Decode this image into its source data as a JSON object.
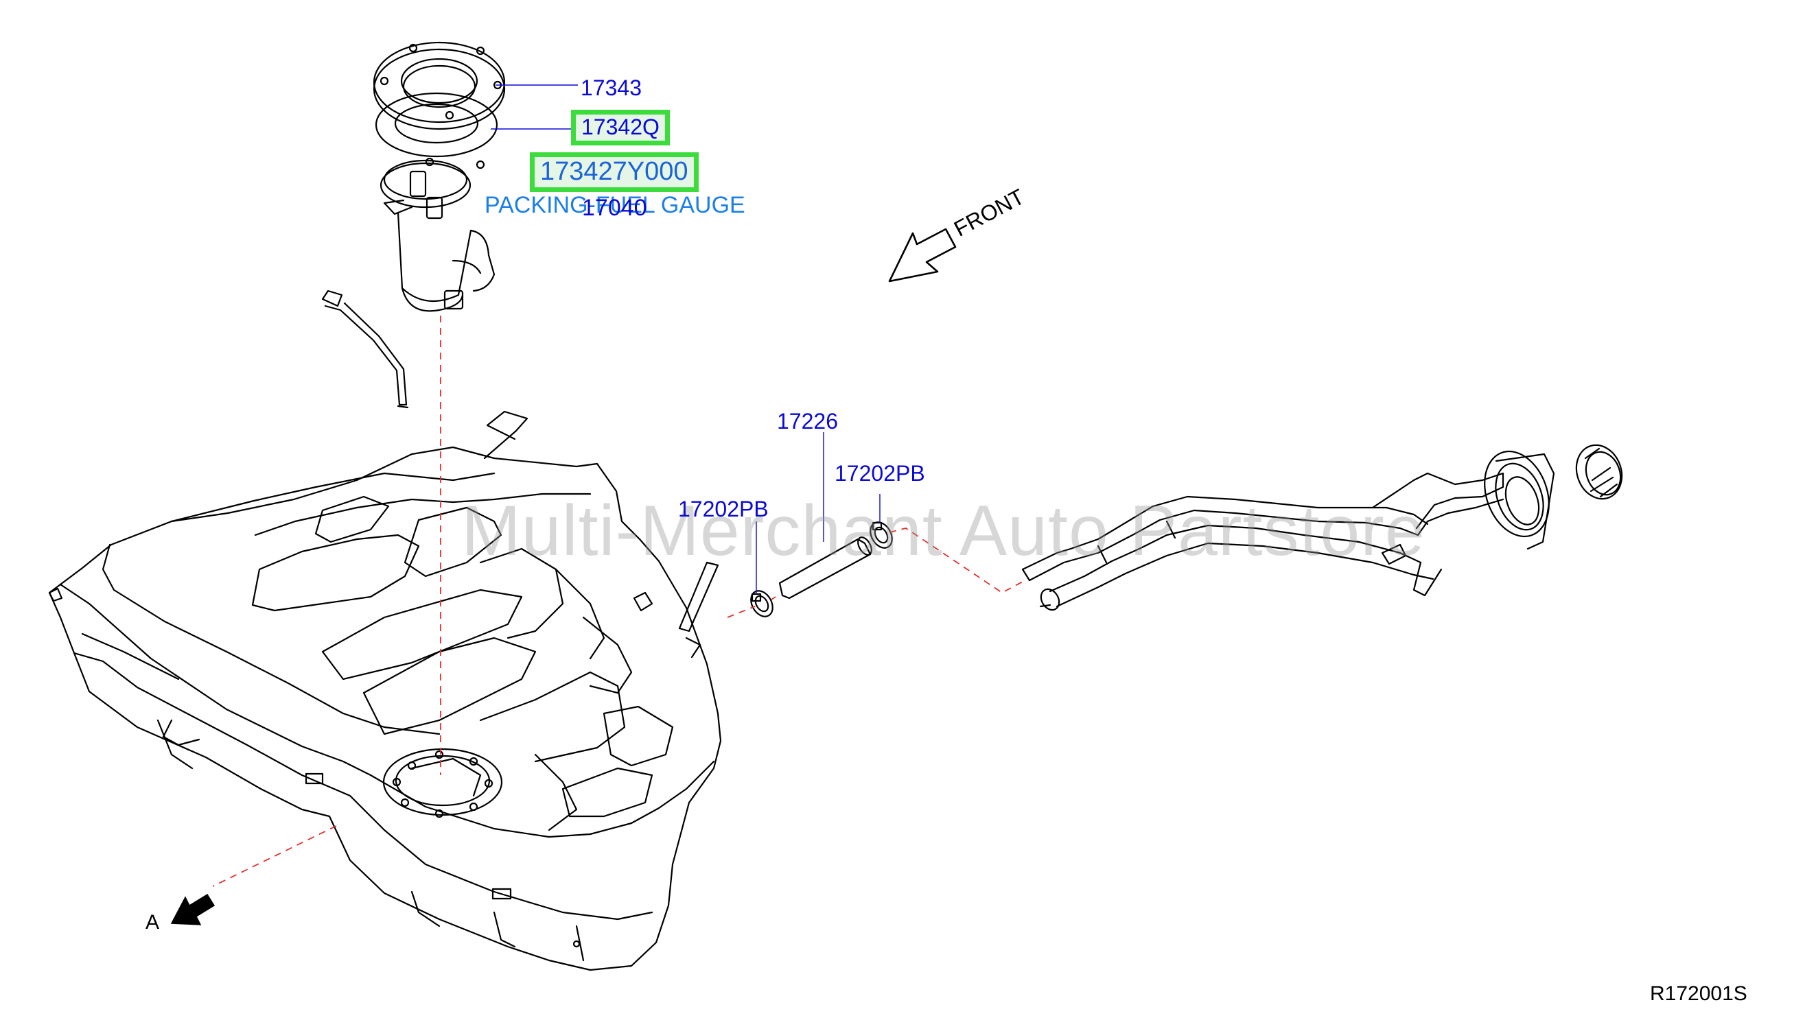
{
  "parts": {
    "p17343": "17343",
    "p17342Q": "17342Q",
    "p173427Y000": "173427Y000",
    "packing_desc": "PACKING-FUEL GAUGE",
    "p17040": "17040",
    "p17226": "17226",
    "p17202PB_right": "17202PB",
    "p17202PB_left": "17202PB"
  },
  "labels": {
    "front": "FRONT",
    "arrow_a": "A",
    "diagram_code": "R172001S"
  },
  "watermark": "Multi-Merchant Auto Partstore",
  "colors": {
    "callout_text": "#0a0ad6",
    "highlight_border": "#3ddc3d",
    "highlight_fill": "#e6f6e6",
    "dashed_line": "#e0312b",
    "line_art": "#000000"
  },
  "icons": {
    "front_arrow": "outline-arrow-down-left",
    "a_arrow": "filled-arrow-down-left"
  }
}
